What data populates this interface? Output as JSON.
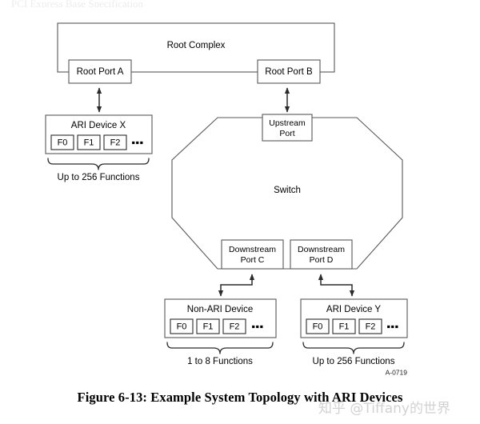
{
  "figure": {
    "caption": "Figure 6-13:  Example System Topology with ARI Devices",
    "figure_id": "A-0719",
    "top_cut_text": "PCI Express Base Specification"
  },
  "watermark": {
    "text": "知乎 @Tiffany的世界"
  },
  "nodes": {
    "root_complex": {
      "label": "Root Complex"
    },
    "root_port_a": {
      "label": "Root Port A"
    },
    "root_port_b": {
      "label": "Root Port B"
    },
    "switch": {
      "label": "Switch"
    },
    "upstream_port": {
      "line1": "Upstream",
      "line2": "Port"
    },
    "downstream_port_c": {
      "line1": "Downstream",
      "line2": "Port C"
    },
    "downstream_port_d": {
      "line1": "Downstream",
      "line2": "Port D"
    },
    "ari_device_x": {
      "label": "ARI Device X"
    },
    "non_ari_device": {
      "label": "Non-ARI Device"
    },
    "ari_device_y": {
      "label": "ARI Device Y"
    }
  },
  "functions": {
    "f0": "F0",
    "f1": "F1",
    "f2": "F2",
    "ellipsis": "▪▪▪"
  },
  "braces": {
    "device_x": "Up to 256 Functions",
    "non_ari": "1 to 8 Functions",
    "device_y": "Up to 256 Functions"
  },
  "colors": {
    "box_stroke": "#58585b",
    "inner_stroke": "#2b2b2b",
    "wire": "#58585b",
    "arrow": "#2b2b2b",
    "text": "#000000",
    "watermark": "#d2d2d4",
    "background": "#ffffff"
  }
}
